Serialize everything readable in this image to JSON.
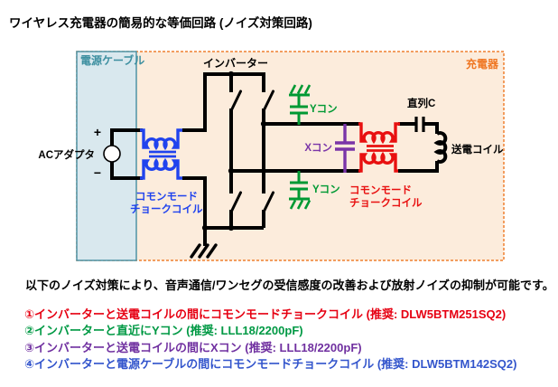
{
  "title": "ワイヤレス充電器の簡易的な等価回路 (ノイズ対策回路)",
  "circuit": {
    "region_power_cable": "電源ケーブル",
    "region_charger": "充電器",
    "inverter": "インバーター",
    "ac_adapter": "ACアダプタ",
    "plus": "+",
    "minus": "−",
    "cmc_line1": "コモンモード",
    "cmc_line2": "チョークコイル",
    "y_cap": "Yコン",
    "x_cap": "Xコン",
    "series_c": "直列C",
    "tx_coil": "送電コイル"
  },
  "note": "以下のノイズ対策により、音声通信/ワンセグの受信感度の改善および放射ノイズの抑制が可能です。",
  "countermeasures": [
    {
      "text": "①インバーターと送電コイルの間にコモンモードチョークコイル (推奨: DLW5BTM251SQ2)",
      "color": "#e60012"
    },
    {
      "text": "②インバーターと直近にYコン (推奨: LLL18/2200pF)",
      "color": "#009944"
    },
    {
      "text": "③インバーターと送電コイルの間にXコン (推奨: LLL18/2200pF)",
      "color": "#7030a0"
    },
    {
      "text": "④インバーターと電源ケーブルの間にコモンモードチョークコイル (推奨: DLW5BTM142SQ2)",
      "color": "#3355cc"
    }
  ],
  "palette": {
    "wire": "#000000",
    "input_choke": "#2043ee",
    "output_choke": "#e81010",
    "y_capacitor": "#009933",
    "x_capacitor": "#7a35a8",
    "charger_border": "#ef8030",
    "charger_bg": "#fcecdc",
    "cable_border": "#4e93a5",
    "cable_bg": "#d9e8ee",
    "cable_label": "#3d8fa0",
    "charger_label": "#ef7622"
  }
}
